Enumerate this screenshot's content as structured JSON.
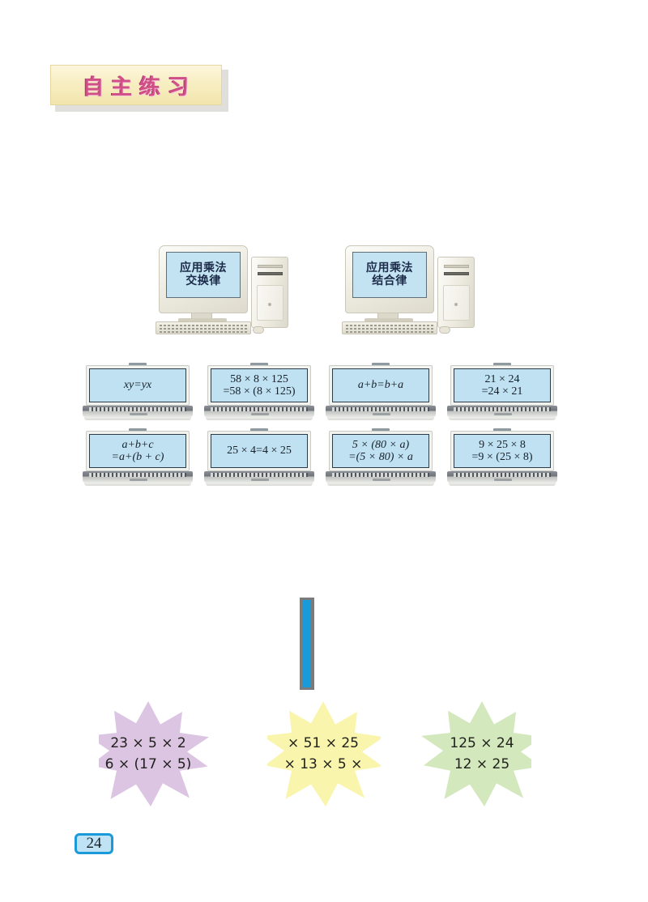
{
  "page": {
    "number": "24",
    "section_title": "自主练习"
  },
  "desktops": [
    {
      "name": "commutative-law-computer",
      "screen_lines": [
        "应用乘法",
        "交换律"
      ]
    },
    {
      "name": "associative-law-computer",
      "screen_lines": [
        "应用乘法",
        "结合律"
      ]
    }
  ],
  "laptops": [
    {
      "id": "laptop-r1c1",
      "lines": [
        "xy=yx"
      ],
      "italic": true
    },
    {
      "id": "laptop-r1c2",
      "lines": [
        "58 × 8 × 125",
        "=58 × (8 × 125)"
      ],
      "italic": false
    },
    {
      "id": "laptop-r1c3",
      "lines": [
        "a+b=b+a"
      ],
      "italic": true
    },
    {
      "id": "laptop-r1c4",
      "lines": [
        "21 × 24",
        "=24 × 21"
      ],
      "italic": false
    },
    {
      "id": "laptop-r2c1",
      "lines": [
        "a+b+c",
        "=a+(b + c)"
      ],
      "italic": true
    },
    {
      "id": "laptop-r2c2",
      "lines": [
        "25 × 4=4 × 25"
      ],
      "italic": false
    },
    {
      "id": "laptop-r2c3",
      "lines": [
        "5 × (80 × a)",
        "=(5 × 80) × a"
      ],
      "italic": true
    },
    {
      "id": "laptop-r2c4",
      "lines": [
        "9 × 25 × 8",
        "=9 × (25 × 8)"
      ],
      "italic": false
    }
  ],
  "stars": [
    {
      "id": "star-purple",
      "color": "#dcc5e2",
      "lines": [
        "23 × 5 × 2",
        "6 × (17 × 5)"
      ]
    },
    {
      "id": "star-yellow",
      "color": "#f9f5ad",
      "lines": [
        "× 51 × 25",
        "× 13 × 5 ×"
      ]
    },
    {
      "id": "star-green",
      "color": "#d3e8bd",
      "lines": [
        "125 × 24",
        "12 × 25"
      ]
    }
  ],
  "accent_colors": {
    "page_number_border": "#1b9ada",
    "banner_text": "#cf4f86",
    "screen_blue": "#bfe1f1",
    "bar_blue": "#1b9ada"
  }
}
